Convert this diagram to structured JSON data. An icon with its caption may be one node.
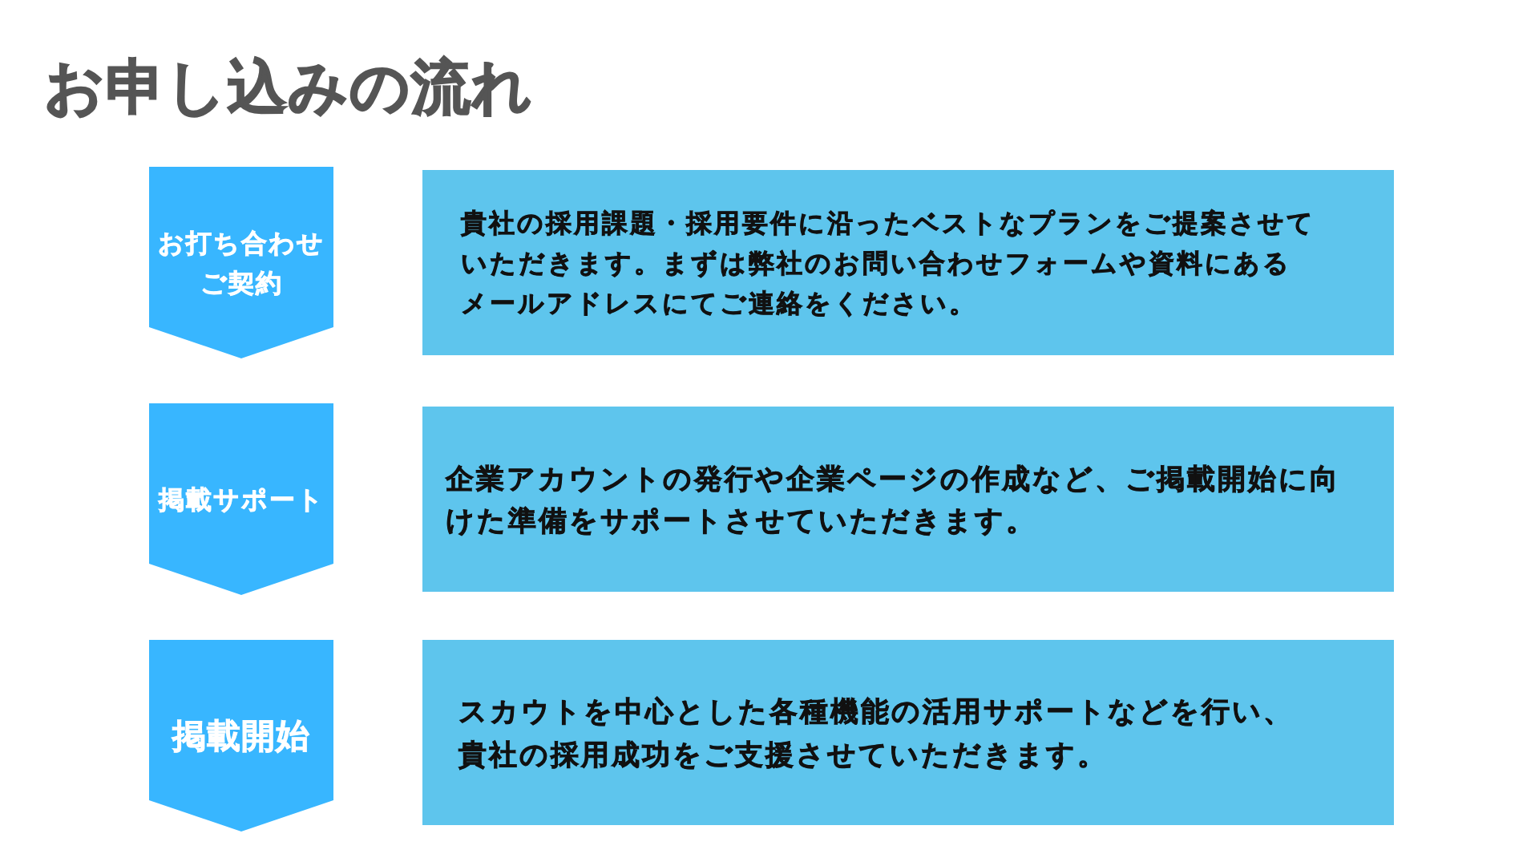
{
  "diagram": {
    "title": "お申し込みの流れ",
    "nodes": [
      {
        "text": [
          "お打ち合わせご契約"
        ]
      },
      {
        "text": [
          "貴社の採用課題・採用要件に沿ったベストなプランをご提案させていただきます。まずは弊社のお問い合わせフォームや資料にあるメールアドレスにてご連絡をください。"
        ]
      },
      {
        "text": [
          "掲載サポート"
        ]
      },
      {
        "text": [
          "企業アカウントの発行や企業ページの作成など、ご掲載開始に向けた準備をサポートさせていただきます。"
        ]
      },
      {
        "text": [
          "掲載開始"
        ]
      },
      {
        "text": [
          "スカウトを中心とした各種機能の活用サポートなどを行い、貴社の採用成功をご支援させていただきます。"
        ]
      }
    ]
  }
}
